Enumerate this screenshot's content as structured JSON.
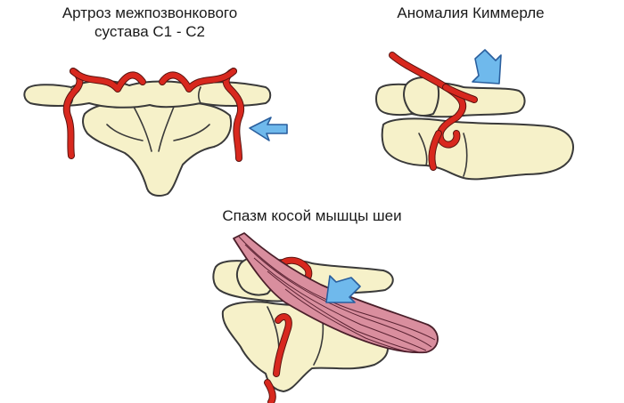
{
  "captions": {
    "arthrosis_line1": "Артроз межпозвонкового",
    "arthrosis_line2": "сустава С1 - С2",
    "kimmerle": "Аномалия Киммерле",
    "spasm": "Спазм косой мышцы шеи"
  },
  "colors": {
    "bone": "#f6f1c9",
    "artery": "#d8281e",
    "arrow": "#6fb9ec",
    "muscle": "#d98e9e"
  }
}
